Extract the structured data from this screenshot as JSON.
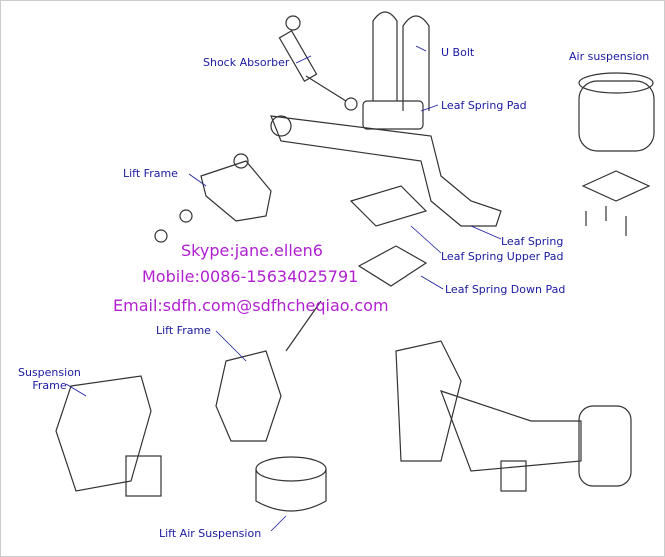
{
  "labels": {
    "shock_absorber": "Shock Absorber",
    "u_bolt": "U Bolt",
    "leaf_spring_pad": "Leaf Spring Pad",
    "air_suspension": "Air suspension",
    "lift_frame_top": "Lift Frame",
    "leaf_spring": "Leaf Spring",
    "leaf_spring_upper_pad": "Leaf Spring Upper Pad",
    "leaf_spring_down_pad": "Leaf Spring Down Pad",
    "lift_frame_mid": "Lift Frame",
    "suspension_frame": "Suspension\nFrame",
    "lift_air_suspension": "Lift Air Suspension"
  },
  "contact": {
    "skype": "Skype:jane.ellen6",
    "mobile": "Mobile:0086-15634025791",
    "email": "Email:sdfh.com@sdfhcheqiao.com"
  }
}
